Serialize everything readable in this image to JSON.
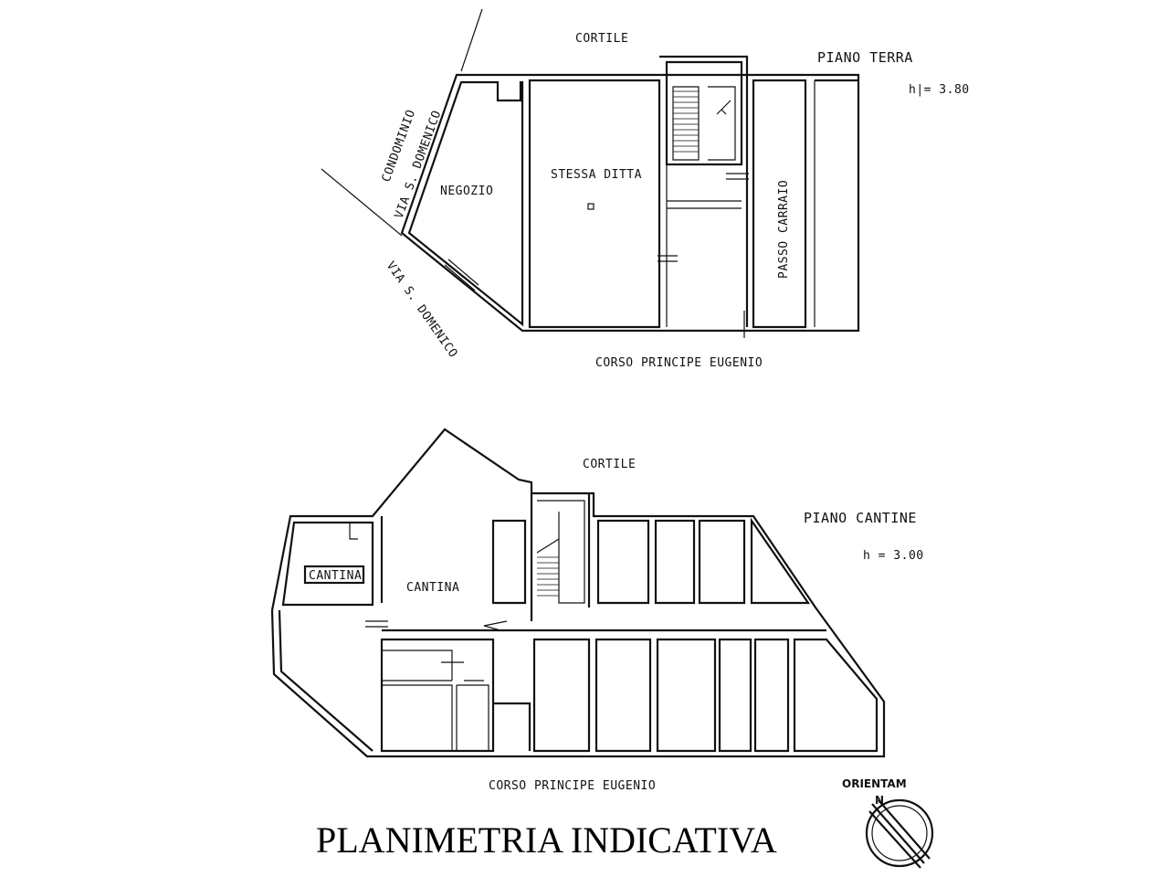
{
  "ground_floor": {
    "label": "PIANO TERRA",
    "height": "h|= 3.80",
    "courtyard": "CORTILE",
    "street_bottom": "CORSO PRINCIPE EUGENIO",
    "street_side": "VIA S. DOMENICO",
    "condo_line1": "CONDOMINIO",
    "condo_line2": "VIA S. DOMENICO",
    "rooms": {
      "shop": "NEGOZIO",
      "same_firm": "STESSA DITTA",
      "driveway": "PASSO CARRAIO"
    }
  },
  "cellar_floor": {
    "label": "PIANO CANTINE",
    "height": "h = 3.00",
    "courtyard": "CORTILE",
    "street_bottom": "CORSO PRINCIPE EUGENIO",
    "rooms": {
      "cellar_main": "CANTINA",
      "cellar_boxed": "CANTINA"
    }
  },
  "title": "PLANIMETRIA INDICATIVA",
  "orientation": {
    "label": "ORIENTAM",
    "north": "N"
  }
}
